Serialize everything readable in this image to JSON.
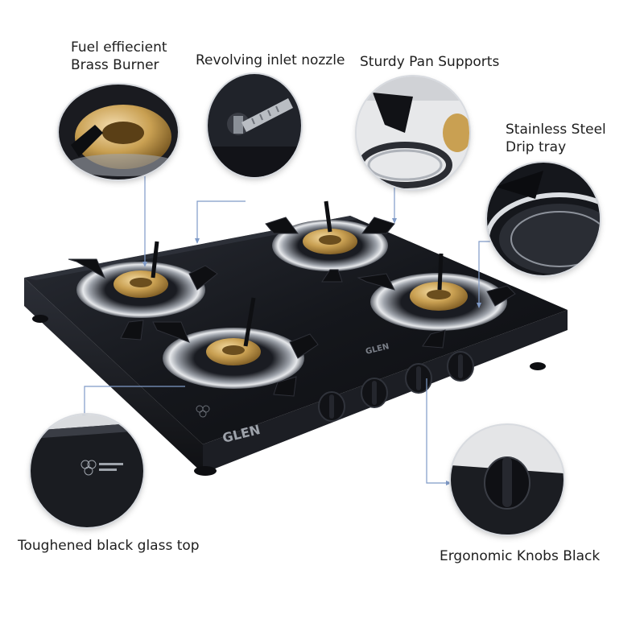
{
  "features": {
    "brass_burner": {
      "line1": "Fuel effiecient",
      "line2": "Brass Burner"
    },
    "inlet_nozzle": {
      "label": "Revolving inlet nozzle"
    },
    "pan_supports": {
      "label": "Sturdy Pan Supports"
    },
    "drip_tray": {
      "line1": "Stainless Steel",
      "line2": "Drip tray"
    },
    "glass_top": {
      "label": "Toughened black glass top"
    },
    "knobs": {
      "label": "Ergonomic Knobs Black"
    }
  },
  "product": {
    "brand_front": "GLEN",
    "brand_top": "GLEN"
  },
  "colors": {
    "glass": "#15171c",
    "brass": "#c9a052",
    "steel": "#b9bdc3",
    "leader": "#7f9ac7"
  }
}
